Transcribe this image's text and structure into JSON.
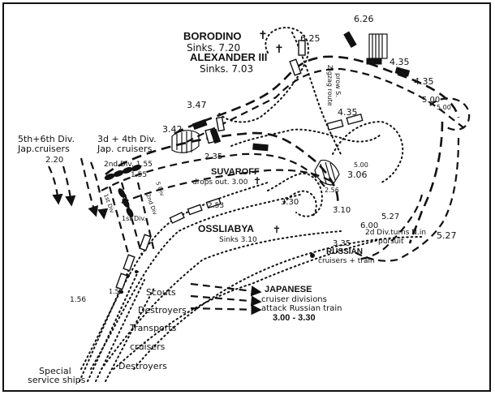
{
  "labels": {
    "borodino": "BORODINO",
    "borodino_sinks": "Sinks. 7.20",
    "alexander": "ALEXANDER III",
    "alexander_sinks": "Sinks. 7.03",
    "div56": "5th+6th Div.",
    "div56_sub": "Jap.cruisers",
    "div34": "3d + 4th Div.",
    "div34_sub": "Jap. cruisers",
    "div2": "2nd Div. 1.55",
    "div1": "1st Div.",
    "suvaroff": "SUVAROFF",
    "suvaroff_sub": "drops out. 3.00",
    "osslyabya": "OSSLIABYA",
    "osslyabya_sub": "Sinks 3.10",
    "russian": "RUSSIAN",
    "russian_sub": "cruisers + train",
    "div2_turns": "2d Div.turns N.in",
    "div2_turns_sub": "pursuit",
    "japanese": "JAPANESE",
    "japanese_sub1": "cruiser divisions",
    "japanese_sub2": "attack Russian train",
    "japanese_time": "3.00 - 3.30",
    "scouts": "Scouts",
    "destroyers1": "Destroyers",
    "transports": "Transports",
    "cruisers": "cruisers",
    "destroyers2": "Destroyers",
    "special1": "Special",
    "special2": "service ships",
    "route_zigzag": "Zigzag route",
    "route_prow": "prow S.",
    "route_1st": "1st Div",
    "route_2nd": "2nd Div",
    "route_5dv": "5 Div"
  },
  "times": {
    "t626": "6.26",
    "t625": "6.25",
    "t435a": "4.35",
    "t435b": "4.35",
    "t435c": "4.35",
    "t500a": "5.00",
    "t500b": "5.00",
    "t347": "3.47",
    "t342": "3.42",
    "t235": "2.35",
    "t220": "2.20",
    "t155": "1.55",
    "t306": "3.06",
    "t256": "2.56",
    "t500c": "5.00",
    "t330": "3.30",
    "t310": "3.10",
    "t253": "2.53",
    "t527a": "5.27",
    "t600": "6.00",
    "t527b": "5.27",
    "t335": "3.35",
    "t156": "1.56",
    "t155b": "1.55"
  },
  "colors": {
    "ink": "#111111",
    "paper": "#ffffff"
  }
}
